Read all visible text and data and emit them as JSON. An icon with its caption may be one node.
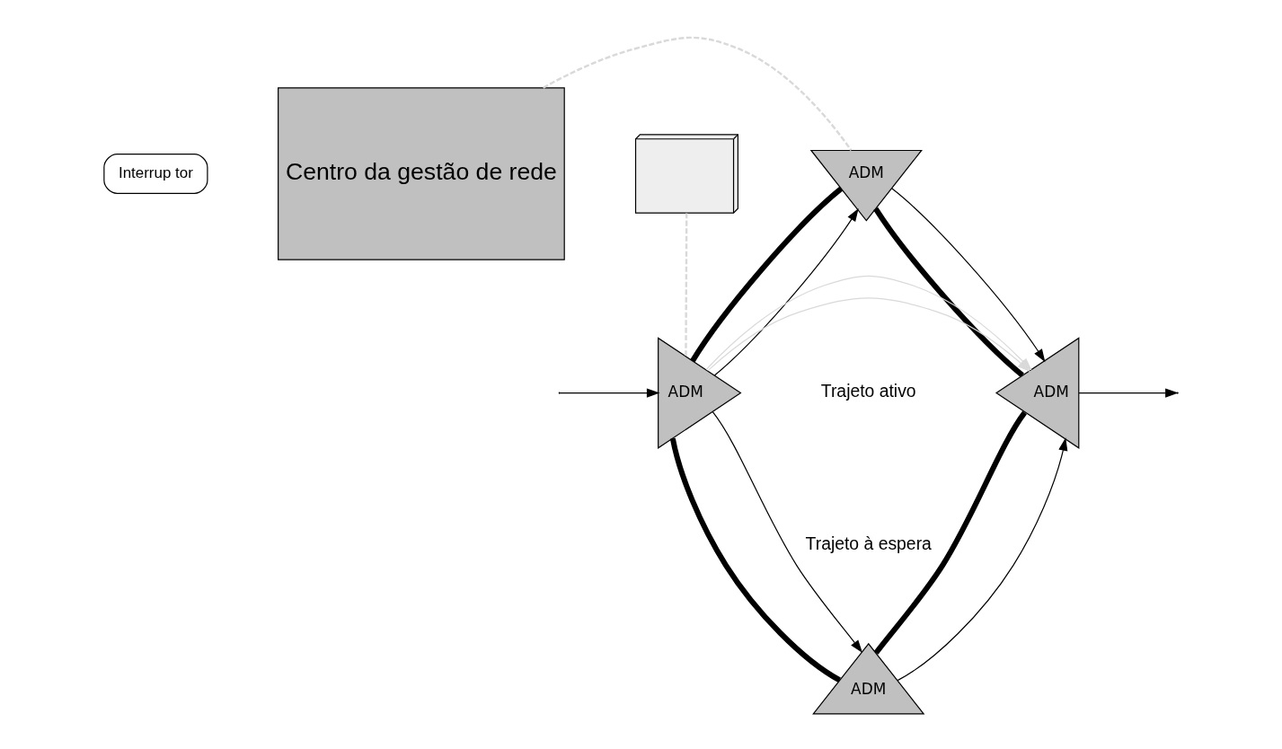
{
  "diagram": {
    "nodes": [
      {
        "text": [
          "Centro da gestão de rede"
        ]
      },
      {
        "text": [
          "ADM"
        ]
      },
      {
        "text": [
          "ADM"
        ]
      },
      {
        "text": [
          "ADM"
        ]
      },
      {
        "text": [
          "ADM"
        ]
      },
      {
        "text": [],
        "shape": "computer"
      },
      {
        "text": [
          "Interrup tor"
        ]
      }
    ],
    "edges": [
      {
        "from": 0,
        "to": 1,
        "arrow": "none",
        "style": "dashed",
        "color": "#d9d9d9"
      },
      {
        "from": 5,
        "to": 3,
        "arrow": "none",
        "style": "dashed",
        "color": "#d9d9d9"
      },
      {
        "from": 1,
        "to": 2,
        "arrow": "none",
        "style": "thick"
      },
      {
        "from": 1,
        "to": 3,
        "arrow": "none",
        "style": "thick"
      },
      {
        "from": 2,
        "to": 4,
        "arrow": "none",
        "style": "thick"
      },
      {
        "from": 3,
        "to": 4,
        "arrow": "none",
        "style": "thick"
      },
      {
        "from": 1,
        "to": 2,
        "arrow": "to"
      },
      {
        "from": 3,
        "to": 1,
        "arrow": "to"
      },
      {
        "from": 4,
        "to": 2,
        "arrow": "to"
      },
      {
        "from": 3,
        "to": 4,
        "arrow": "to"
      },
      {
        "from": 3,
        "to": 2,
        "arrow": "to",
        "color": "#d9d9d9"
      },
      {
        "from": 3,
        "to": 2,
        "arrow": "to",
        "color": "#d9d9d9"
      },
      {
        "from": 2,
        "to": null,
        "arrow": "to"
      },
      {
        "from": null,
        "to": 3,
        "arrow": "to"
      }
    ],
    "labels": [
      "Trajeto ativo",
      "Trajeto à espera"
    ]
  }
}
